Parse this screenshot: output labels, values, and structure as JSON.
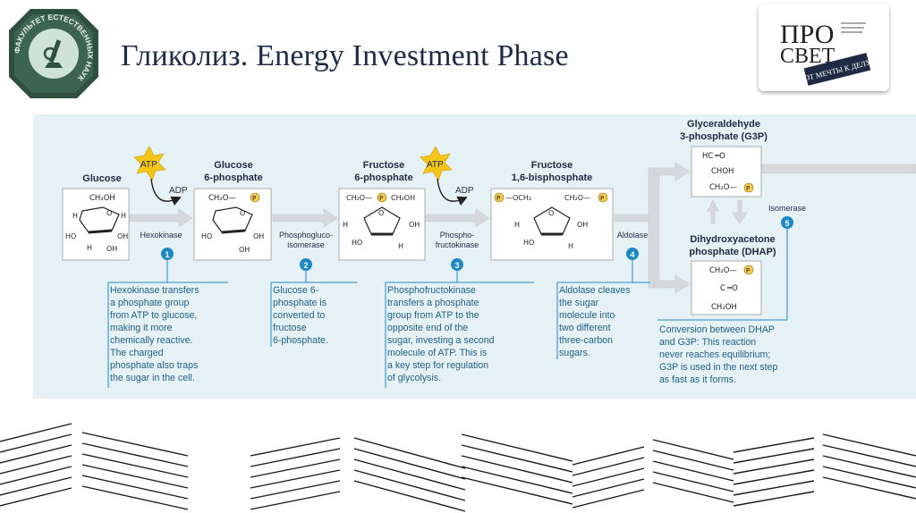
{
  "slide_title": "Гликолиз. Energy Investment Phase",
  "logo_left": {
    "text": "ФАКУЛЬТЕТ ЕСТЕСТВЕННЫХ НАУК"
  },
  "logo_right": {
    "line1": "ПРО",
    "line2": "СВЕТ",
    "badge": "ОТ МЕЧТЫ К ДЕЛУ"
  },
  "molecules": {
    "glucose": "Glucose",
    "g6p_1": "Glucose",
    "g6p_2": "6-phosphate",
    "f6p_1": "Fructose",
    "f6p_2": "6-phosphate",
    "f16bp_1": "Fructose",
    "f16bp_2": "1,6-bisphosphate",
    "g3p_1": "Glyceraldehyde",
    "g3p_2": "3-phosphate (G3P)",
    "dhap_1": "Dihydroxyacetone",
    "dhap_2": "phosphate (DHAP)"
  },
  "cofactors": {
    "atp": "ATP",
    "adp": "ADP",
    "p": "P"
  },
  "enzymes": {
    "hexokinase": "Hexokinase",
    "pgi_1": "Phosphogluco-",
    "pgi_2": "isomerase",
    "pfk_1": "Phospho-",
    "pfk_2": "fructokinase",
    "aldolase": "Aldolase",
    "isomerase": "Isomerase"
  },
  "steps": [
    "1",
    "2",
    "3",
    "4",
    "5"
  ],
  "captions": {
    "step1": [
      "Hexokinase transfers",
      "a phosphate group",
      "from ATP to glucose,",
      "making it more",
      "chemically reactive.",
      "The charged",
      "phosphate also traps",
      "the sugar in the cell."
    ],
    "step2": [
      "Glucose 6-",
      "phosphate is",
      "converted to",
      "fructose",
      "6-phosphate."
    ],
    "step3": [
      "Phosphofructokinase",
      "transfers a phosphate",
      "group from ATP to the",
      "opposite end of the",
      "sugar, investing a second",
      "molecule of ATP. This is",
      "a key step for regulation",
      "of glycolysis."
    ],
    "step4": [
      "Aldolase cleaves",
      "the sugar",
      "molecule into",
      "two different",
      "three-carbon",
      "sugars."
    ],
    "step5": [
      "Conversion between DHAP",
      "and G3P: This reaction",
      "never reaches equilibrium;",
      "G3P is used in the next step",
      "as fast as it forms."
    ]
  },
  "structure_text": {
    "ch2oh": "CH₂OH",
    "ch2o": "CH₂O—",
    "ocH2": "—OCH₂",
    "ch2o_p_left": "CH₂—O—",
    "h": "H",
    "oh": "OH",
    "ho": "HO",
    "o": "O",
    "hc": "HC",
    "choh": "CHOH",
    "c": "C",
    "eq_o": "═O"
  },
  "colors": {
    "panel": "#e6f1f6",
    "arrow": "#d5d9dc",
    "caption": "#1e5f86",
    "step_badge": "#1e88c7",
    "atp_star": "#f5c518",
    "phosphate": "#f2c94c"
  }
}
